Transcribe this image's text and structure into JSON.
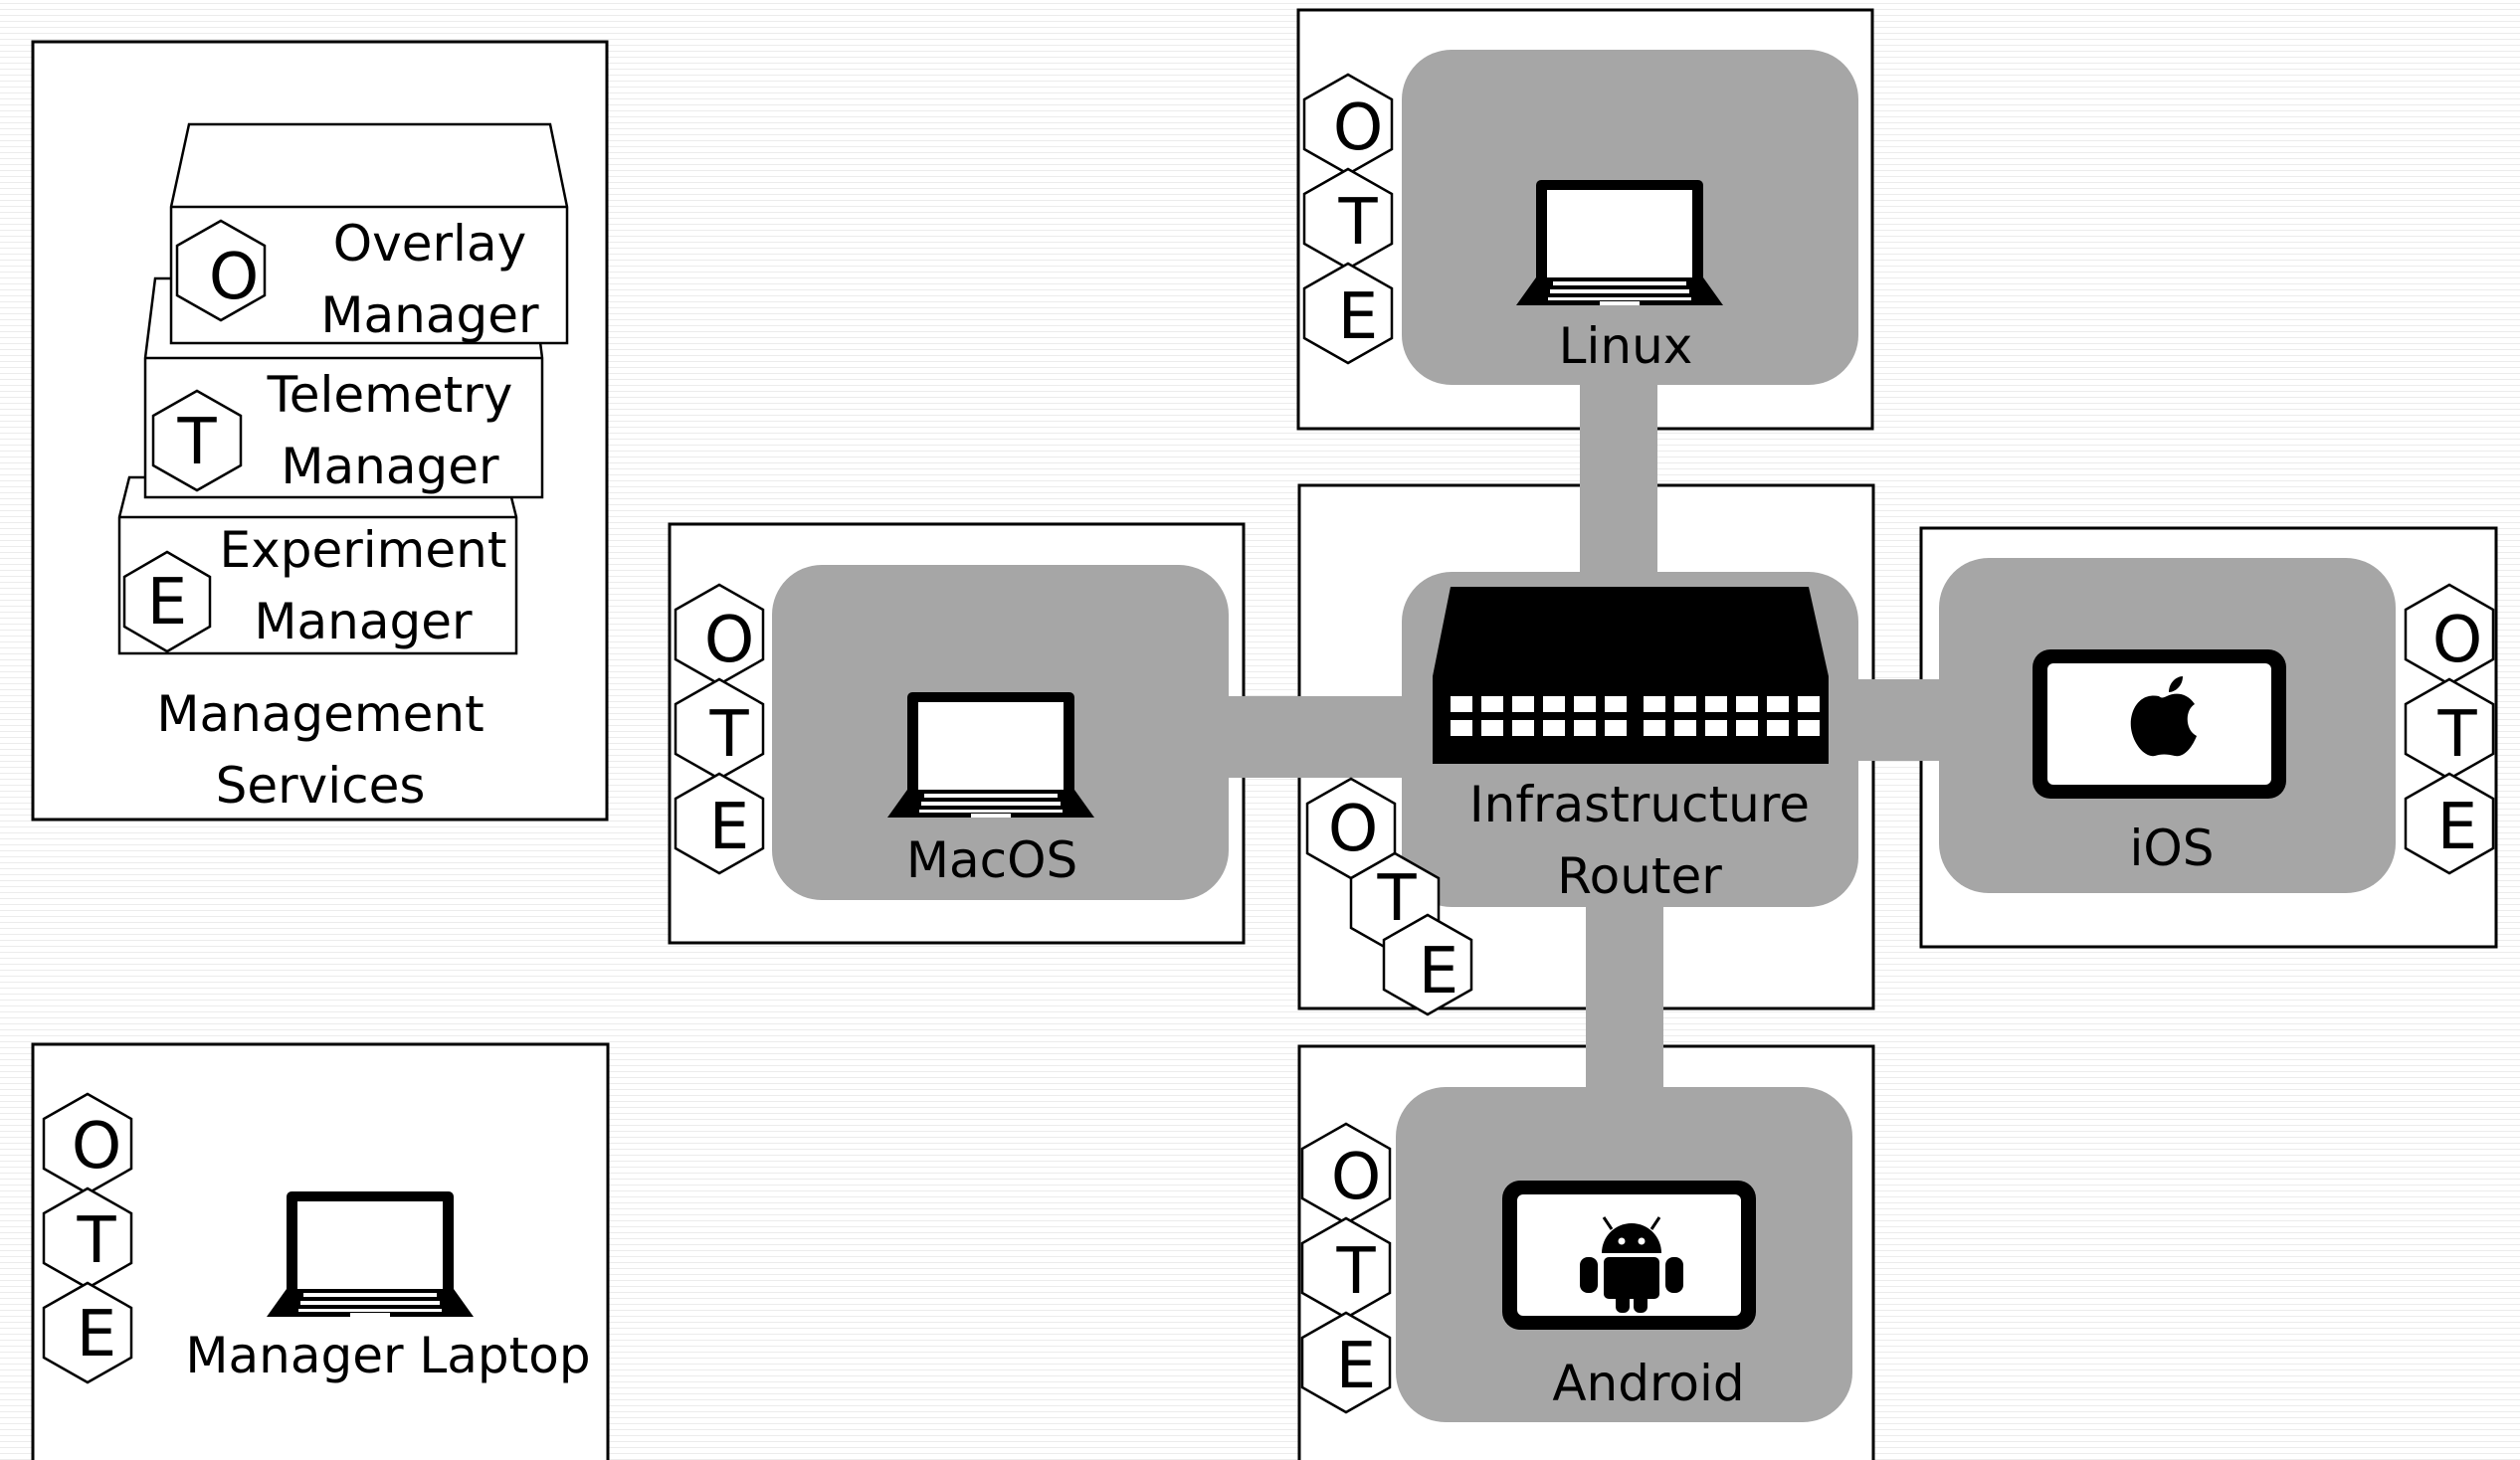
{
  "management_services": {
    "label_line1": "Management",
    "label_line2": "Services",
    "overlay": {
      "icon_letter": "O",
      "line1": "Overlay",
      "line2": "Manager"
    },
    "telemetry": {
      "icon_letter": "T",
      "line1": "Telemetry",
      "line2": "Manager"
    },
    "experiment": {
      "icon_letter": "E",
      "line1": "Experiment",
      "line2": "Manager"
    }
  },
  "ote": {
    "o": "O",
    "t": "T",
    "e": "E"
  },
  "nodes": {
    "linux": {
      "label": "Linux",
      "icon": "laptop-icon"
    },
    "macos": {
      "label": "MacOS",
      "icon": "laptop-icon"
    },
    "router": {
      "label_line1": "Infrastructure",
      "label_line2": "Router",
      "icon": "network-switch-icon"
    },
    "ios": {
      "label": "iOS",
      "icon": "apple-logo-icon"
    },
    "android": {
      "label": "Android",
      "icon": "android-logo-icon"
    },
    "manager_laptop": {
      "label": "Manager Laptop",
      "icon": "laptop-icon"
    }
  },
  "colors": {
    "pad": "#a6a6a6",
    "line": "#000000",
    "background": "#ffffff"
  }
}
